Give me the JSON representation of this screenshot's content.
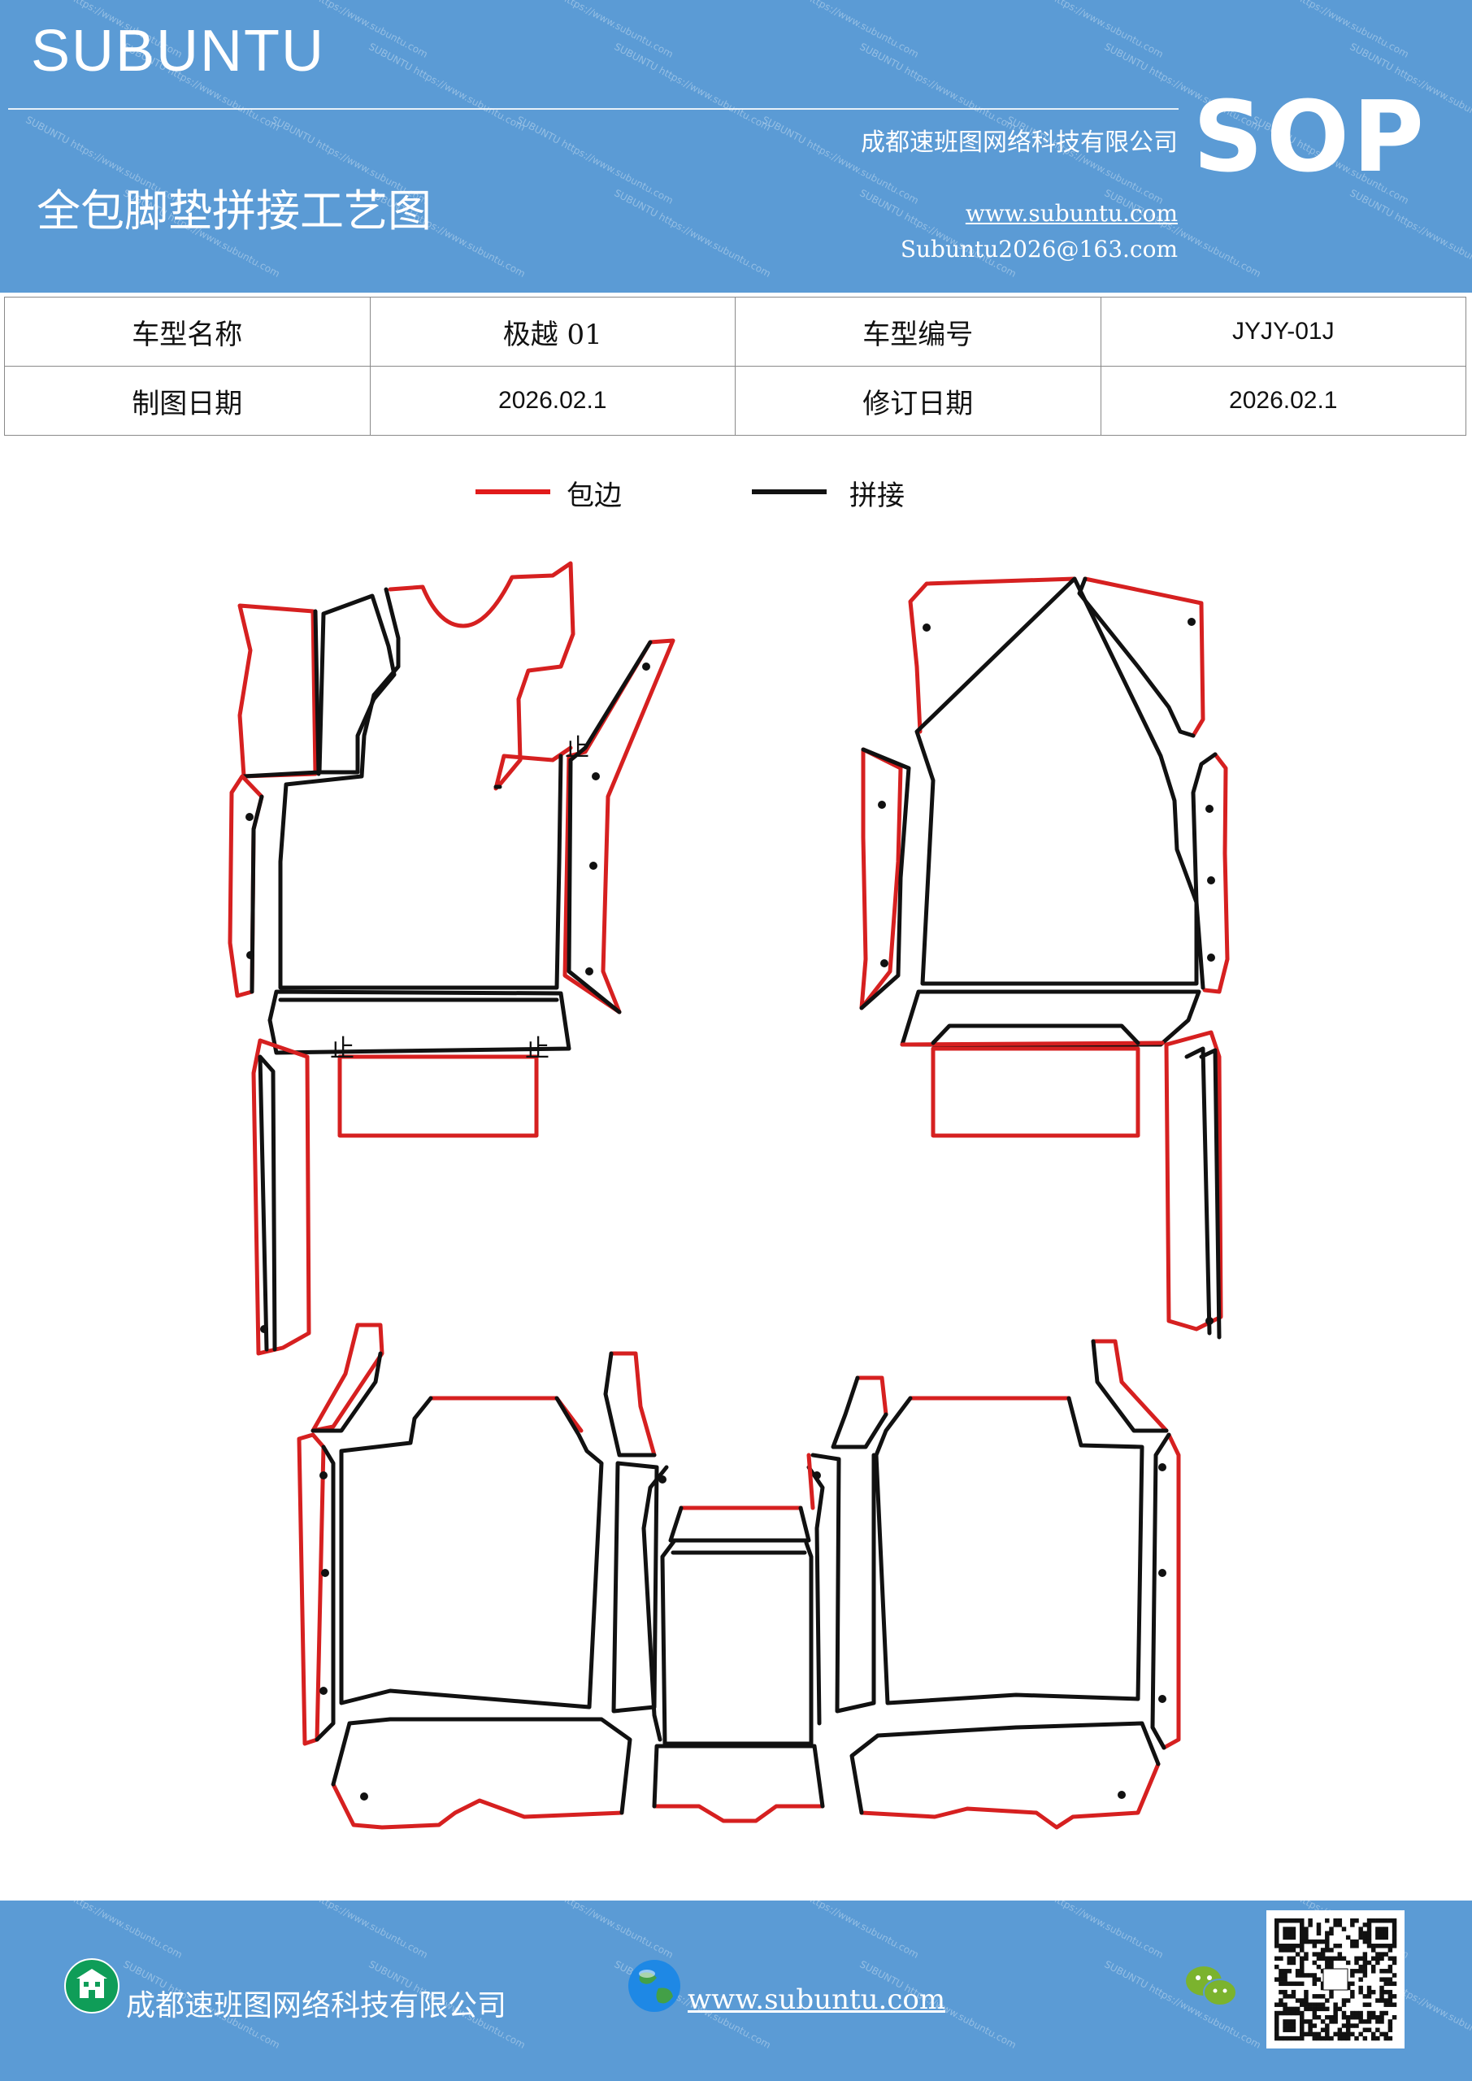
{
  "header": {
    "brand": "SUBUNTU",
    "sop": "SOP",
    "company": "成都速班图网络科技有限公司",
    "title": "全包脚垫拼接工艺图",
    "website": "www.subuntu.com",
    "email": "Subuntu2026@163.com",
    "watermark": "SUBUNTU https://www.subuntu.com"
  },
  "info": {
    "model_name_label": "车型名称",
    "model_name": "极越 01",
    "model_code_label": "车型编号",
    "model_code": "JYJY-01J",
    "draw_date_label": "制图日期",
    "draw_date": "2026.02.1",
    "revise_date_label": "修订日期",
    "revise_date": "2026.02.1"
  },
  "legend": {
    "edge_label": "包边",
    "edge_color": "#e11b1b",
    "joint_label": "拼接",
    "joint_color": "#111111"
  },
  "diagram": {
    "joint_mark": "止"
  },
  "footer": {
    "company": "成都速班图网络科技有限公司",
    "website": "www.subuntu.com",
    "icons": [
      "building-icon",
      "globe-icon",
      "wechat-icon",
      "qr-code"
    ]
  }
}
